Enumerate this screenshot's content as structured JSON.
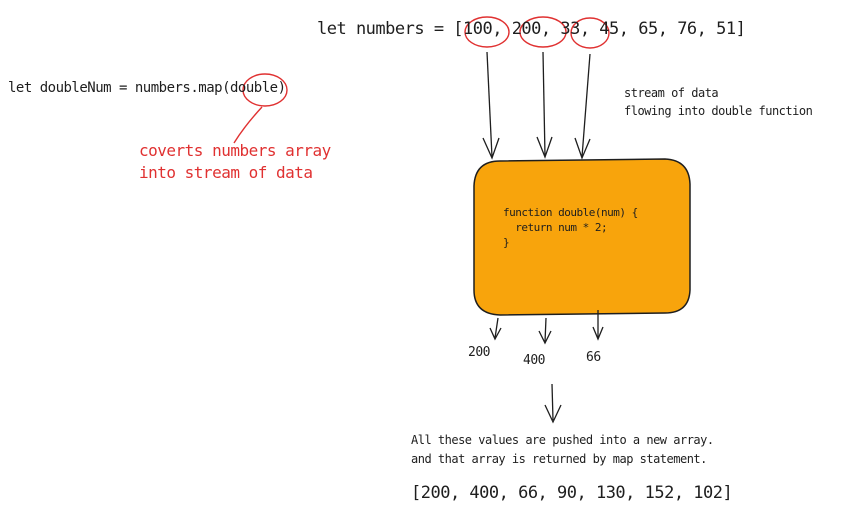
{
  "source_array_line": "let numbers = [100, 200, 33, 45, 65, 76, 51]",
  "map_line": "let doubleNum = numbers.map(double)",
  "note_red": {
    "line1": "coverts numbers array",
    "line2": "into stream of data"
  },
  "note_stream": {
    "line1": "stream of data",
    "line2": "flowing into double function"
  },
  "function_box": {
    "line1": "function double(num) {",
    "line2": "  return num * 2;",
    "line3": "}",
    "fill_color": "#f8a40c"
  },
  "outputs": [
    "200",
    "400",
    "66"
  ],
  "result_note": {
    "line1": "All these values are pushed into a new array.",
    "line2": "and that array is returned by map statement."
  },
  "result_array": "[200, 400, 66, 90, 130, 152, 102]",
  "colors": {
    "ink": "#1e1e1e",
    "highlight": "#e03131",
    "box_fill": "#f8a40c"
  }
}
